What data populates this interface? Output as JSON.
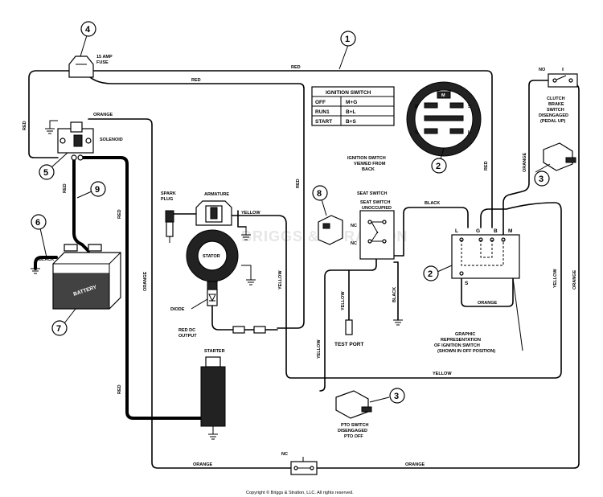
{
  "labels": {
    "red": "RED",
    "orange": "ORANGE",
    "yellow": "YELLOW",
    "black": "BLACK",
    "fuse": [
      "15 AMP",
      "FUSE"
    ],
    "solenoid": "SOLENOID",
    "spark_plug": [
      "SPARK",
      "PLUG"
    ],
    "armature": "ARMATURE",
    "stator": "STATOR",
    "diode": "DIODE",
    "red_dc_output": [
      "RED DC",
      "OUTPUT"
    ],
    "starter": "STARTER",
    "battery": "BATTERY",
    "seat_switch": "SEAT SWITCH",
    "seat_switch_unoccupied": [
      "SEAT SWITCH",
      "UNOCCUPIED"
    ],
    "nc": "NC",
    "no": "NO",
    "test_port": "TEST PORT",
    "ignition_viewed": [
      "IGNITION SWITCH",
      "VIEWED FROM",
      "BACK"
    ],
    "clutch_brake": [
      "CLUTCH",
      "BRAKE",
      "SWITCH",
      "DISENGAGED",
      "(PEDAL UP)"
    ],
    "graphic_rep": [
      "GRAPHIC",
      "REPRESENTATION",
      "OF IGNITION SWITCH",
      "(SHOWN IN OFF POSITION)"
    ],
    "pto_switch": [
      "PTO SWITCH",
      "DISENGAGED",
      "PTO OFF"
    ],
    "copyright": "Copyright © Briggs & Stratton, LLC. All rights reserved.",
    "watermark": "BRIGGS & STRATTON"
  },
  "ignition_table": {
    "title": "IGNITION SWITCH",
    "rows": [
      {
        "position": "OFF",
        "contacts": "M+G"
      },
      {
        "position": "RUN1",
        "contacts": "B+L"
      },
      {
        "position": "START",
        "contacts": "B+S"
      }
    ]
  },
  "ignition_terminals": {
    "M": "M",
    "B": "B",
    "S": "S",
    "G": "G",
    "L": "L"
  },
  "callouts": [
    "1",
    "2",
    "3",
    "4",
    "5",
    "6",
    "7",
    "8",
    "9"
  ]
}
